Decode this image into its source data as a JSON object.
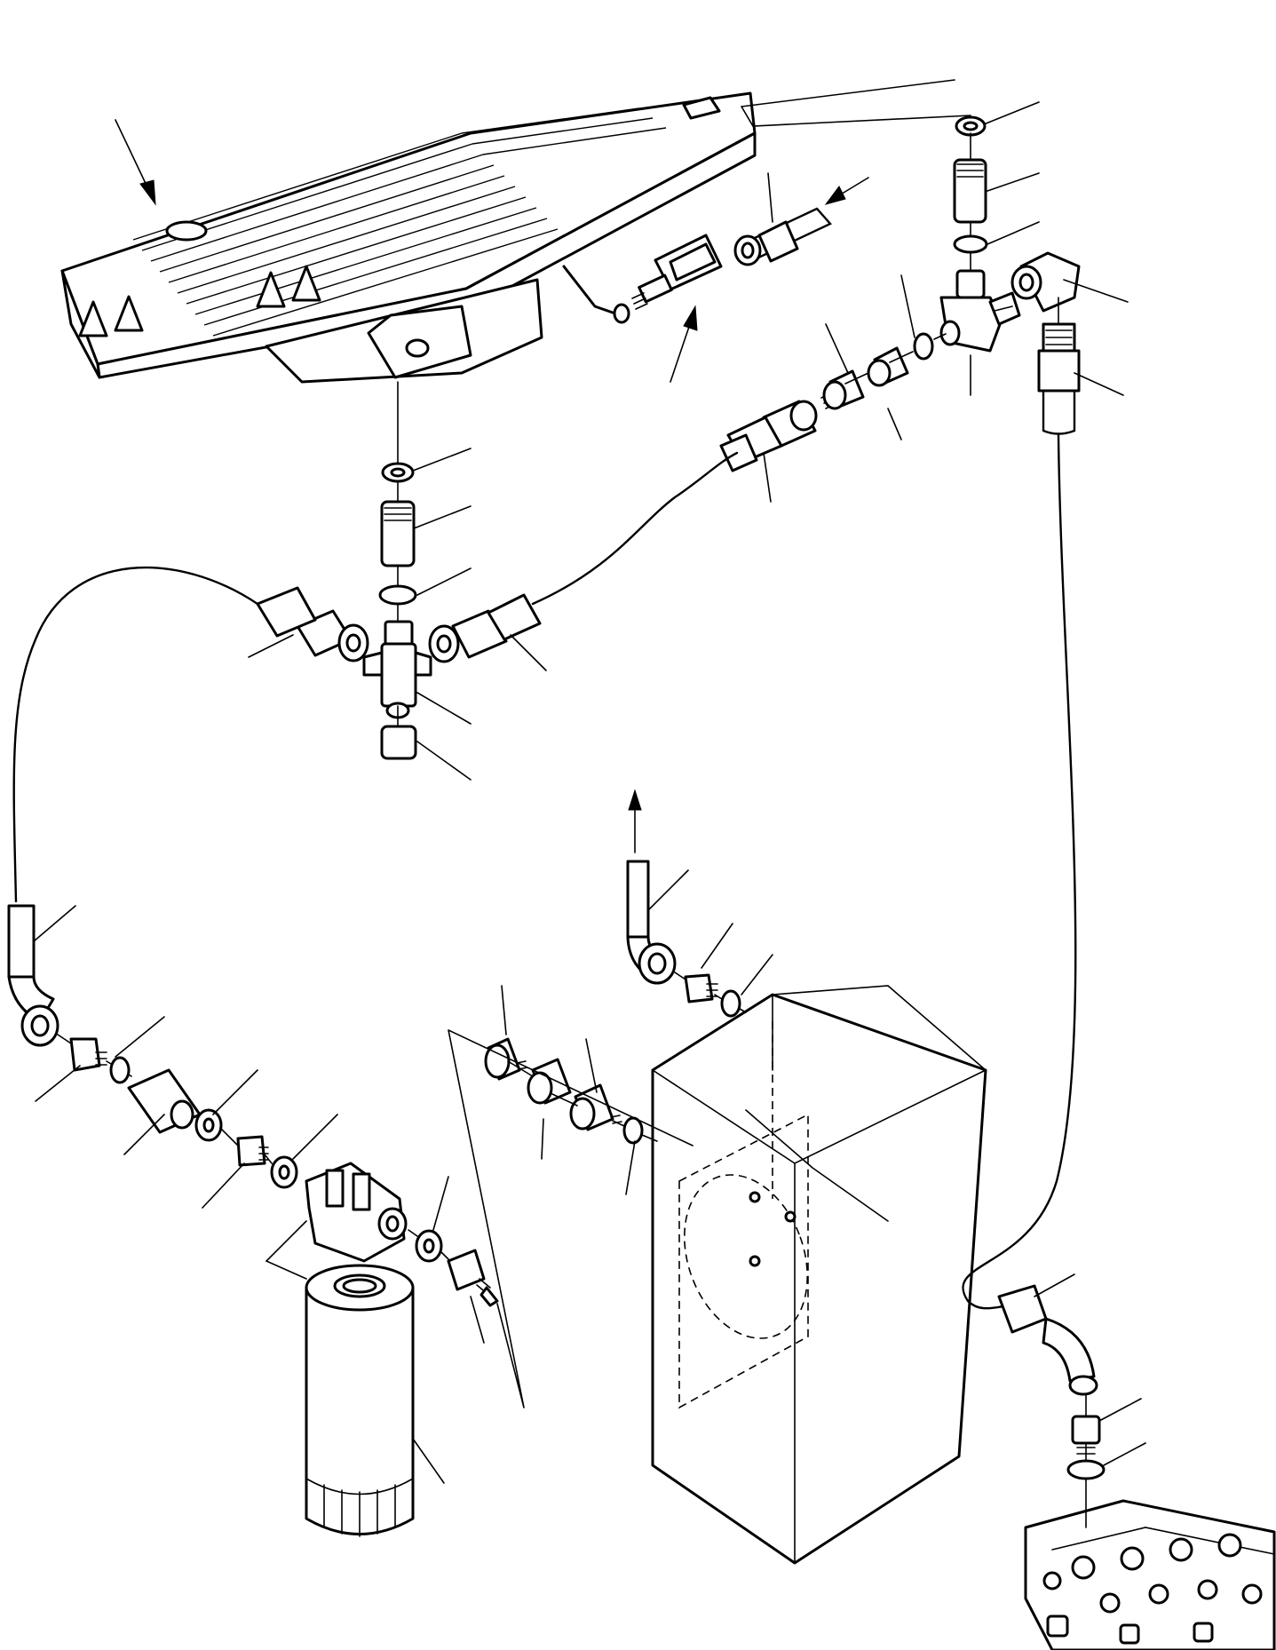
{
  "diagram": {
    "type": "exploded-parts-view",
    "colors": {
      "line": "#000000",
      "background": "#ffffff"
    },
    "callout_labels": [],
    "components": [
      "oil-cooler",
      "temperature-sensor",
      "tee-fitting",
      "elbow-fitting",
      "hose",
      "o-ring",
      "washer",
      "adapter-fitting",
      "filter-head",
      "oil-filter-cartridge",
      "pump-mounting-block",
      "control-valve"
    ],
    "flow_arrows": [
      "to-cooler-inlet",
      "to-sensor",
      "from-return-line"
    ]
  }
}
